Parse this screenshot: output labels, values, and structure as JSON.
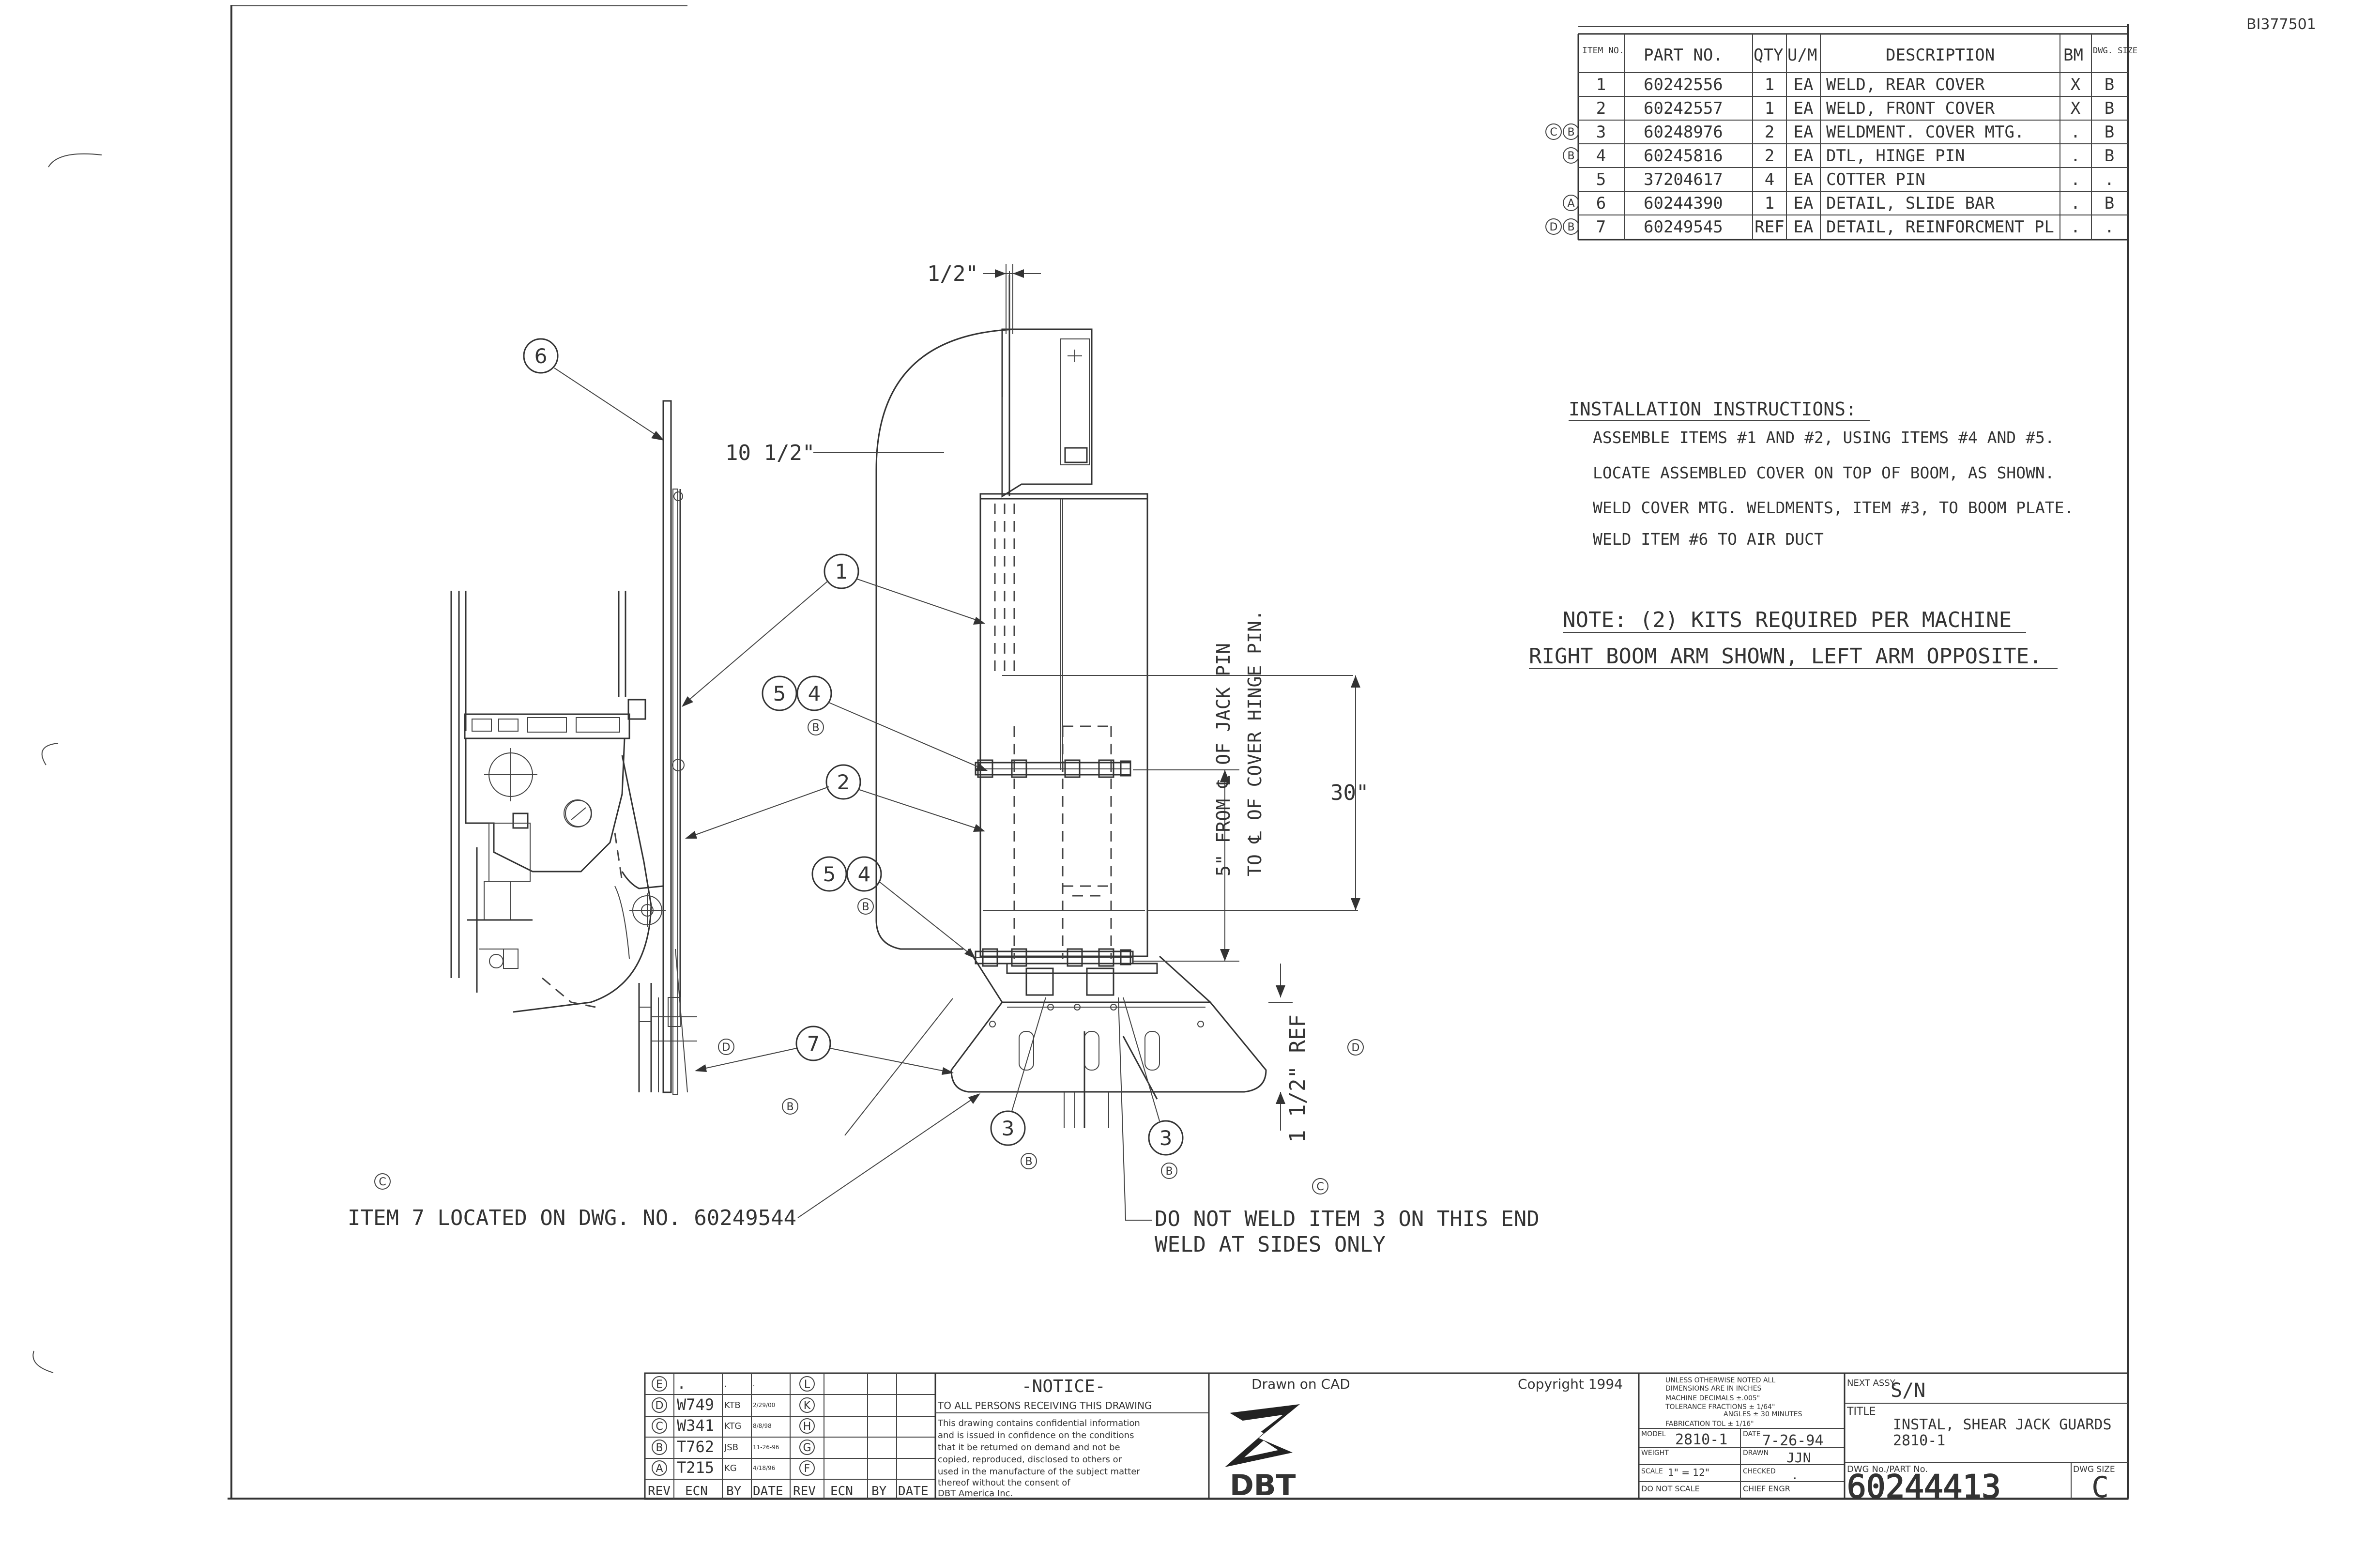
{
  "doc_id": "BI377501",
  "bom": {
    "headers": [
      "ITEM NO.",
      "PART NO.",
      "QTY",
      "U/M",
      "DESCRIPTION",
      "BM",
      "DWG. SIZE"
    ],
    "rows": [
      {
        "rev": "",
        "item": "1",
        "part": "60242556",
        "qty": "1",
        "um": "EA",
        "desc": "WELD, REAR COVER",
        "bm": "X",
        "size": "B"
      },
      {
        "rev": "",
        "item": "2",
        "part": "60242557",
        "qty": "1",
        "um": "EA",
        "desc": "WELD, FRONT COVER",
        "bm": "X",
        "size": "B"
      },
      {
        "rev": "CB",
        "item": "3",
        "part": "60248976",
        "qty": "2",
        "um": "EA",
        "desc": "WELDMENT. COVER MTG.",
        "bm": ".",
        "size": "B"
      },
      {
        "rev": "B",
        "item": "4",
        "part": "60245816",
        "qty": "2",
        "um": "EA",
        "desc": "DTL, HINGE PIN",
        "bm": ".",
        "size": "B"
      },
      {
        "rev": "",
        "item": "5",
        "part": "37204617",
        "qty": "4",
        "um": "EA",
        "desc": "COTTER PIN",
        "bm": ".",
        "size": "."
      },
      {
        "rev": "A",
        "item": "6",
        "part": "60244390",
        "qty": "1",
        "um": "EA",
        "desc": "DETAIL, SLIDE BAR",
        "bm": ".",
        "size": "B"
      },
      {
        "rev": "DB",
        "item": "7",
        "part": "60249545",
        "qty": "REF",
        "um": "EA",
        "desc": "DETAIL, REINFORCMENT PL",
        "bm": ".",
        "size": "."
      }
    ]
  },
  "instructions": {
    "title": "INSTALLATION INSTRUCTIONS:",
    "lines": [
      "ASSEMBLE ITEMS #1 AND #2, USING ITEMS #4 AND #5.",
      "LOCATE ASSEMBLED COVER ON TOP OF BOOM, AS SHOWN.",
      "WELD COVER MTG. WELDMENTS, ITEM #3, TO BOOM PLATE.",
      "WELD ITEM #6 TO AIR DUCT"
    ]
  },
  "notes": {
    "line1": "NOTE: (2) KITS REQUIRED PER MACHINE",
    "line2": "RIGHT BOOM ARM SHOWN, LEFT ARM OPPOSITE."
  },
  "dimensions": {
    "half_inch": "1/2\"",
    "ten_half": "10 1/2\"",
    "thirty": "30\"",
    "one_half_ref": "1 1/2\" REF",
    "jack_pin_1": "5\" FROM ℄ OF JACK PIN",
    "jack_pin_2": "TO ℄ OF COVER HINGE PIN."
  },
  "balloons": {
    "b6": "6",
    "b1": "1",
    "b5a": "5",
    "b4a": "4",
    "b2": "2",
    "b5b": "5",
    "b4b": "4",
    "b7": "7",
    "b3a": "3",
    "b3b": "3"
  },
  "rev_marks": {
    "a": "B",
    "b": "B",
    "c": "D",
    "d": "B",
    "e": "B",
    "f": "B",
    "g": "C",
    "h": "D",
    "i": "C"
  },
  "callouts": {
    "item7": "ITEM 7 LOCATED ON DWG. NO. 60249544",
    "noweld1": "DO NOT WELD ITEM 3 ON THIS END",
    "noweld2": "WELD AT SIDES ONLY"
  },
  "revision_block": {
    "left_rows": [
      {
        "letter": "E",
        "ecn": ".",
        "by": ".",
        "date": ".",
        "letter2": "L"
      },
      {
        "letter": "D",
        "ecn": "W749",
        "by": "KTB",
        "date": "2/29/00",
        "letter2": "K"
      },
      {
        "letter": "C",
        "ecn": "W341",
        "by": "KTG",
        "date": "8/8/98",
        "letter2": "H"
      },
      {
        "letter": "B",
        "ecn": "T762",
        "by": "JSB",
        "date": "11-26-96",
        "letter2": "G"
      },
      {
        "letter": "A",
        "ecn": "T215",
        "by": "KG",
        "date": "4/18/96",
        "letter2": "F"
      }
    ],
    "footer": [
      "REV",
      "ECN",
      "BY",
      "DATE",
      "REV",
      "ECN",
      "BY",
      "DATE"
    ]
  },
  "notice": {
    "title": "-NOTICE-",
    "line1": "TO ALL PERSONS RECEIVING THIS DRAWING",
    "body": [
      "This drawing contains confidential information",
      "and is issued in confidence on the conditions",
      "that it be returned on demand and not be",
      "copied, reproduced, disclosed to others or",
      "used in the manufacture of the subject matter",
      "thereof without the consent of",
      "DBT America Inc."
    ]
  },
  "title_block": {
    "drawn_on": "Drawn on CAD",
    "copyright": "Copyright 1994",
    "logo_text": "DBT",
    "tol_1": "UNLESS OTHERWISE NOTED ALL",
    "tol_2": "DIMENSIONS ARE IN INCHES",
    "tol_3": "MACHINE DECIMALS ±.005\"",
    "tol_4": "TOLERANCE FRACTIONS ± 1/64\"",
    "tol_5": "ANGLES ± 30 MINUTES",
    "tol_6": "FABRICATION TOL ± 1/16\"",
    "model_label": "MODEL",
    "model": "2810-1",
    "date_label": "DATE",
    "date": "7-26-94",
    "weight_label": "WEIGHT",
    "drawn_label": "DRAWN",
    "drawn": "JJN",
    "scale_label": "SCALE",
    "scale": "1\" = 12\"",
    "checked_label": "CHECKED",
    "checked": ".",
    "donotscale": "DO NOT SCALE",
    "chief_label": "CHIEF ENGR",
    "next_assy_label": "NEXT ASSY.",
    "next_assy": "S/N",
    "title_label": "TITLE",
    "title_1": "INSTAL, SHEAR JACK GUARDS",
    "title_2": "2810-1",
    "dwg_no_label": "DWG No./PART No.",
    "dwg_no": "60244413",
    "dwg_size_label": "DWG SIZE",
    "dwg_size": "C"
  }
}
